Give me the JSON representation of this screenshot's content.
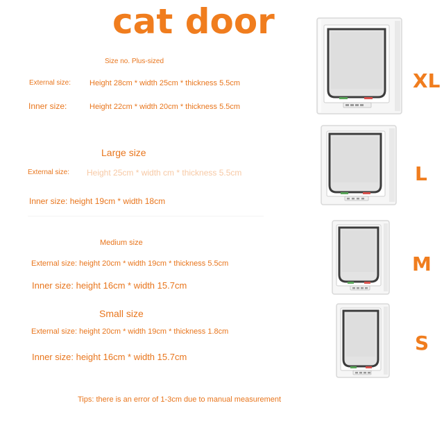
{
  "title": "cat door",
  "xl": {
    "heading": "Size no. Plus-sized",
    "external_label": "External size:",
    "external_value": "Height 28cm * width 25cm * thickness 5.5cm",
    "inner_label": "Inner size:",
    "inner_value": "Height 22cm * width 20cm * thickness 5.5cm",
    "size_label": "XL"
  },
  "l": {
    "heading": "Large size",
    "external_label": "External size:",
    "external_value": "Height 25cm * width cm * thickness 5.5cm",
    "inner_value": "Inner size: height 19cm * width 18cm",
    "size_label": "L"
  },
  "m": {
    "heading": "Medium size",
    "external_value": "External size: height 20cm * width 19cm * thickness 5.5cm",
    "inner_value": "Inner size: height 16cm * width 15.7cm",
    "size_label": "M"
  },
  "s": {
    "heading": "Small size",
    "external_value": "External size: height 20cm * width 19cm * thickness 1.8cm",
    "inner_value": "Inner size: height 16cm * width 15.7cm",
    "size_label": "S"
  },
  "tips": "Tips: there is an error of 1-3cm due to manual measurement",
  "colors": {
    "accent": "#f07d1e",
    "text": "#e8751c",
    "faded": "#f7c9a5"
  }
}
